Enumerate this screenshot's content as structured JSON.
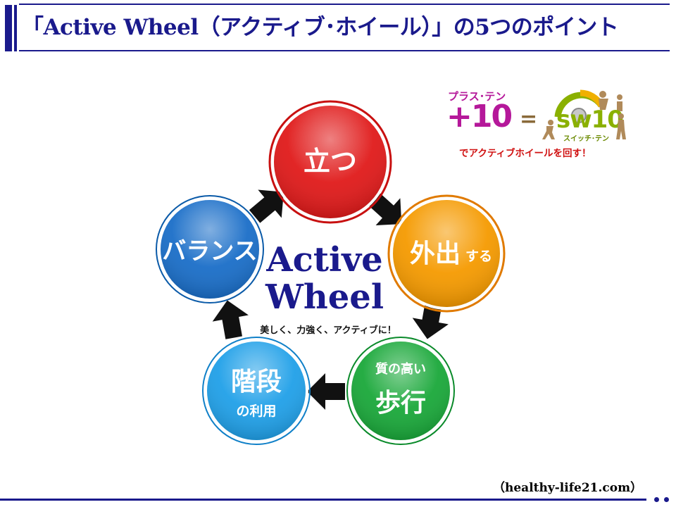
{
  "header": {
    "title": "「Active Wheel（アクティブ･ホイール）」の5つのポイント"
  },
  "center": {
    "line1": "Active",
    "line2": "Wheel",
    "tagline": "美しく、力強く、アクティブに！"
  },
  "nodes": [
    {
      "id": "stand",
      "main": "立つ",
      "sub": "",
      "color": "#e01a1a",
      "rim": "#b00000"
    },
    {
      "id": "outing",
      "main": "外出",
      "sub": "する",
      "color": "#f59a00",
      "rim": "#d07800"
    },
    {
      "id": "walking",
      "main": "歩行",
      "sub": "質の高い",
      "color": "#1aa83a",
      "rim": "#0a7a22"
    },
    {
      "id": "stairs",
      "main": "階段",
      "sub": "の利用",
      "color": "#20a0e8",
      "rim": "#0a78c0"
    },
    {
      "id": "balance",
      "main": "バランス",
      "sub": "",
      "color": "#1a6ec8",
      "rim": "#0a4e9a"
    }
  ],
  "logo": {
    "plus_label": "プラス･テン",
    "plus_number": "+10",
    "equals": "=",
    "sw_number": "sw10",
    "sw_label": "スイッチ･テン",
    "caption": "でアクティブホイールを回す！"
  },
  "footer": {
    "source": "（healthy-life21.com）"
  },
  "colors": {
    "brand": "#1a1a8c",
    "arrow": "#111111",
    "plus": "#b5189a",
    "sw": "#8ab000",
    "caption": "#d01010"
  }
}
